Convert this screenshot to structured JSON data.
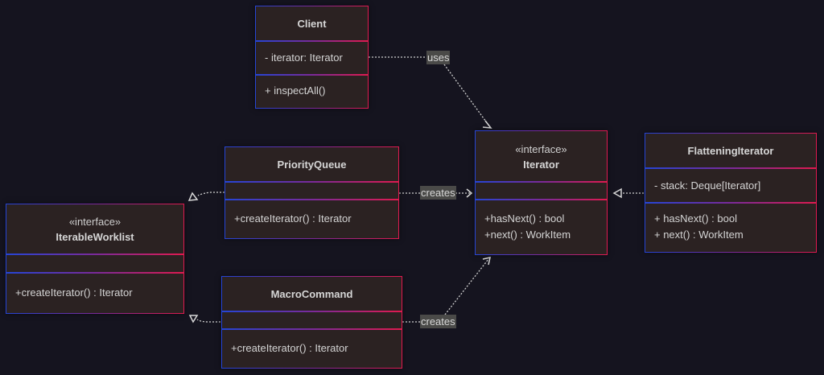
{
  "diagram": {
    "classes": {
      "client": {
        "name": "Client",
        "attributes": [
          "- iterator: Iterator"
        ],
        "methods": [
          "+ inspectAll()"
        ]
      },
      "iterator": {
        "stereotype": "«interface»",
        "name": "Iterator",
        "attributes": [],
        "methods": [
          "+hasNext() : bool",
          "+next() : WorkItem"
        ]
      },
      "flattening_iterator": {
        "name": "FlatteningIterator",
        "attributes": [
          "- stack: Deque[Iterator]"
        ],
        "methods": [
          "+ hasNext() : bool",
          "+ next() : WorkItem"
        ]
      },
      "priority_queue": {
        "name": "PriorityQueue",
        "attributes": [],
        "methods": [
          "+createIterator() : Iterator"
        ]
      },
      "iterable_worklist": {
        "stereotype": "«interface»",
        "name": "IterableWorklist",
        "attributes": [],
        "methods": [
          "+createIterator() : Iterator"
        ]
      },
      "macro_command": {
        "name": "MacroCommand",
        "attributes": [],
        "methods": [
          "+createIterator() : Iterator"
        ]
      }
    },
    "relations": [
      {
        "from": "Client",
        "to": "Iterator",
        "type": "dependency",
        "label": "uses"
      },
      {
        "from": "PriorityQueue",
        "to": "Iterator",
        "type": "dependency",
        "label": "creates"
      },
      {
        "from": "MacroCommand",
        "to": "Iterator",
        "type": "dependency",
        "label": "creates"
      },
      {
        "from": "FlatteningIterator",
        "to": "Iterator",
        "type": "realization",
        "label": ""
      },
      {
        "from": "PriorityQueue",
        "to": "IterableWorklist",
        "type": "realization",
        "label": ""
      },
      {
        "from": "MacroCommand",
        "to": "IterableWorklist",
        "type": "realization",
        "label": ""
      }
    ],
    "colors": {
      "background": "#15141f",
      "box_fill": "#2b2222",
      "border_start": "#2545d6",
      "border_end": "#e01a4f",
      "label_bg": "#4a4a48"
    }
  }
}
